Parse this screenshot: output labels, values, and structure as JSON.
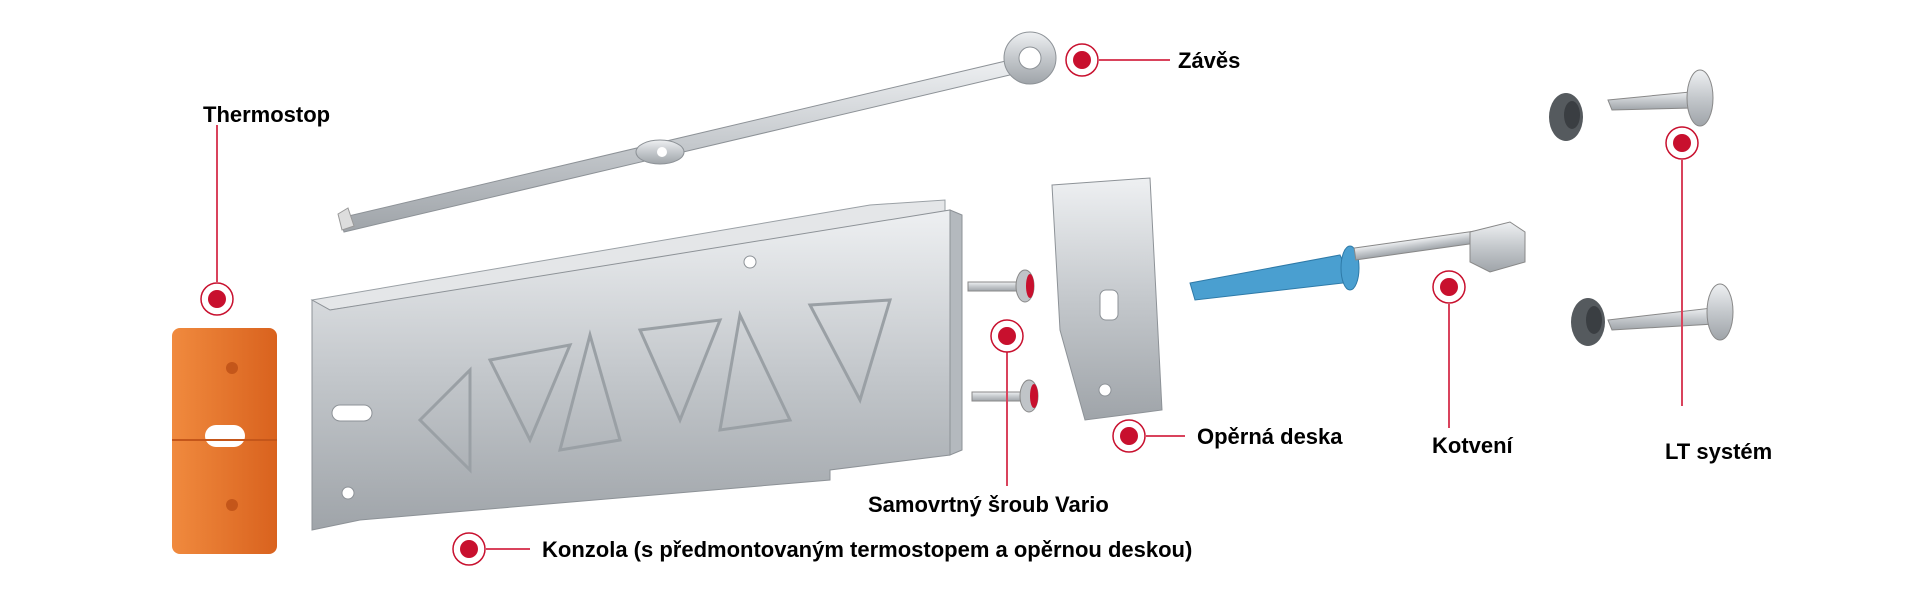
{
  "colors": {
    "accent": "#c8102e",
    "line": "#d9435c",
    "metal": "#c9ccd0",
    "thermostop": "#e8712a",
    "anchor": "#4a9fd0",
    "cap": "#555a5e"
  },
  "labels": {
    "thermostop": "Thermostop",
    "zaves": "Závěs",
    "samovrtny": "Samovrtný šroub Vario",
    "operna": "Opěrná deska",
    "konzola": "Konzola (s předmontovaným termostopem a opěrnou deskou)",
    "kotveni": "Kotvení",
    "lt": "LT systém"
  }
}
